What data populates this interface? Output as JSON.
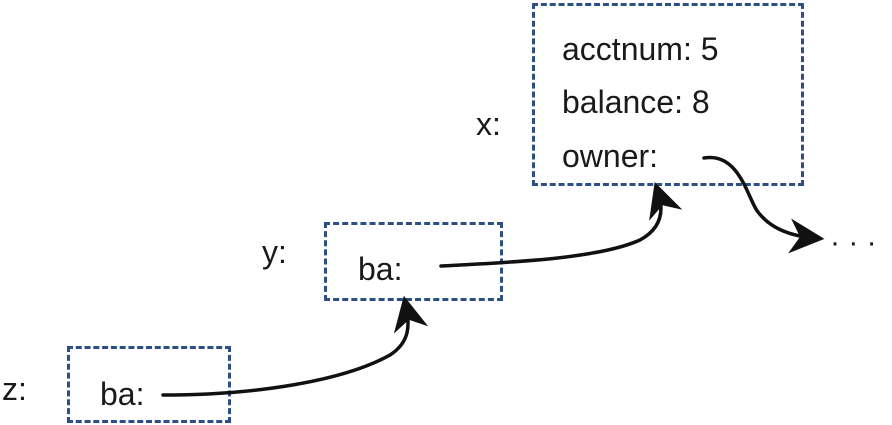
{
  "diagram": {
    "x": {
      "label": "x:",
      "fields": [
        {
          "name": "acctnum",
          "text": "acctnum: 5"
        },
        {
          "name": "balance",
          "text": "balance: 8"
        },
        {
          "name": "owner",
          "text": "owner:"
        }
      ]
    },
    "y": {
      "label": "y:",
      "field": "ba:"
    },
    "z": {
      "label": "z:",
      "field": "ba:"
    },
    "continuation": "· · ·",
    "colors": {
      "box_border": "#2c4f86",
      "arrow": "#111111",
      "text": "#1a1a1a"
    }
  }
}
